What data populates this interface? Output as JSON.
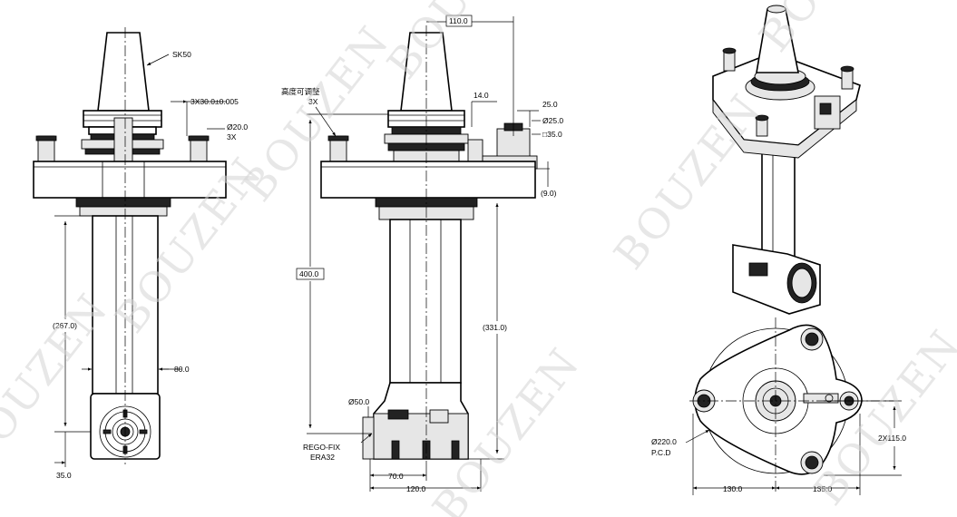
{
  "watermark": "BOUZEN",
  "front_view": {
    "taper_label": "SK50",
    "pin_spacing": "3X30.0±0.005",
    "pin_diameter": "Ø20.0",
    "pin_count": "3X",
    "length_to_spindle": "(267.0)",
    "body_width": "80.0",
    "offset": "35.0"
  },
  "side_view": {
    "height_adjust_label": "高度可调整",
    "height_adjust_count": "3X",
    "top_offset": "110.0",
    "dim_14": "14.0",
    "dim_25": "25.0",
    "stop_diameter": "Ø25.0",
    "stop_square": "□35.0",
    "dim_9": "(9.0)",
    "total_length": "400.0",
    "body_length": "(331.0)",
    "nose_diameter": "Ø50.0",
    "collet_label_1": "REGO-FIX",
    "collet_label_2": "ERA32",
    "dim_70": "70.0",
    "dim_120": "120.0"
  },
  "top_view": {
    "pcd_value": "Ø220.0",
    "pcd_label": "P.C.D",
    "dim_130": "130.0",
    "dim_135": "135.0",
    "dim_2x115": "2X115.0"
  }
}
